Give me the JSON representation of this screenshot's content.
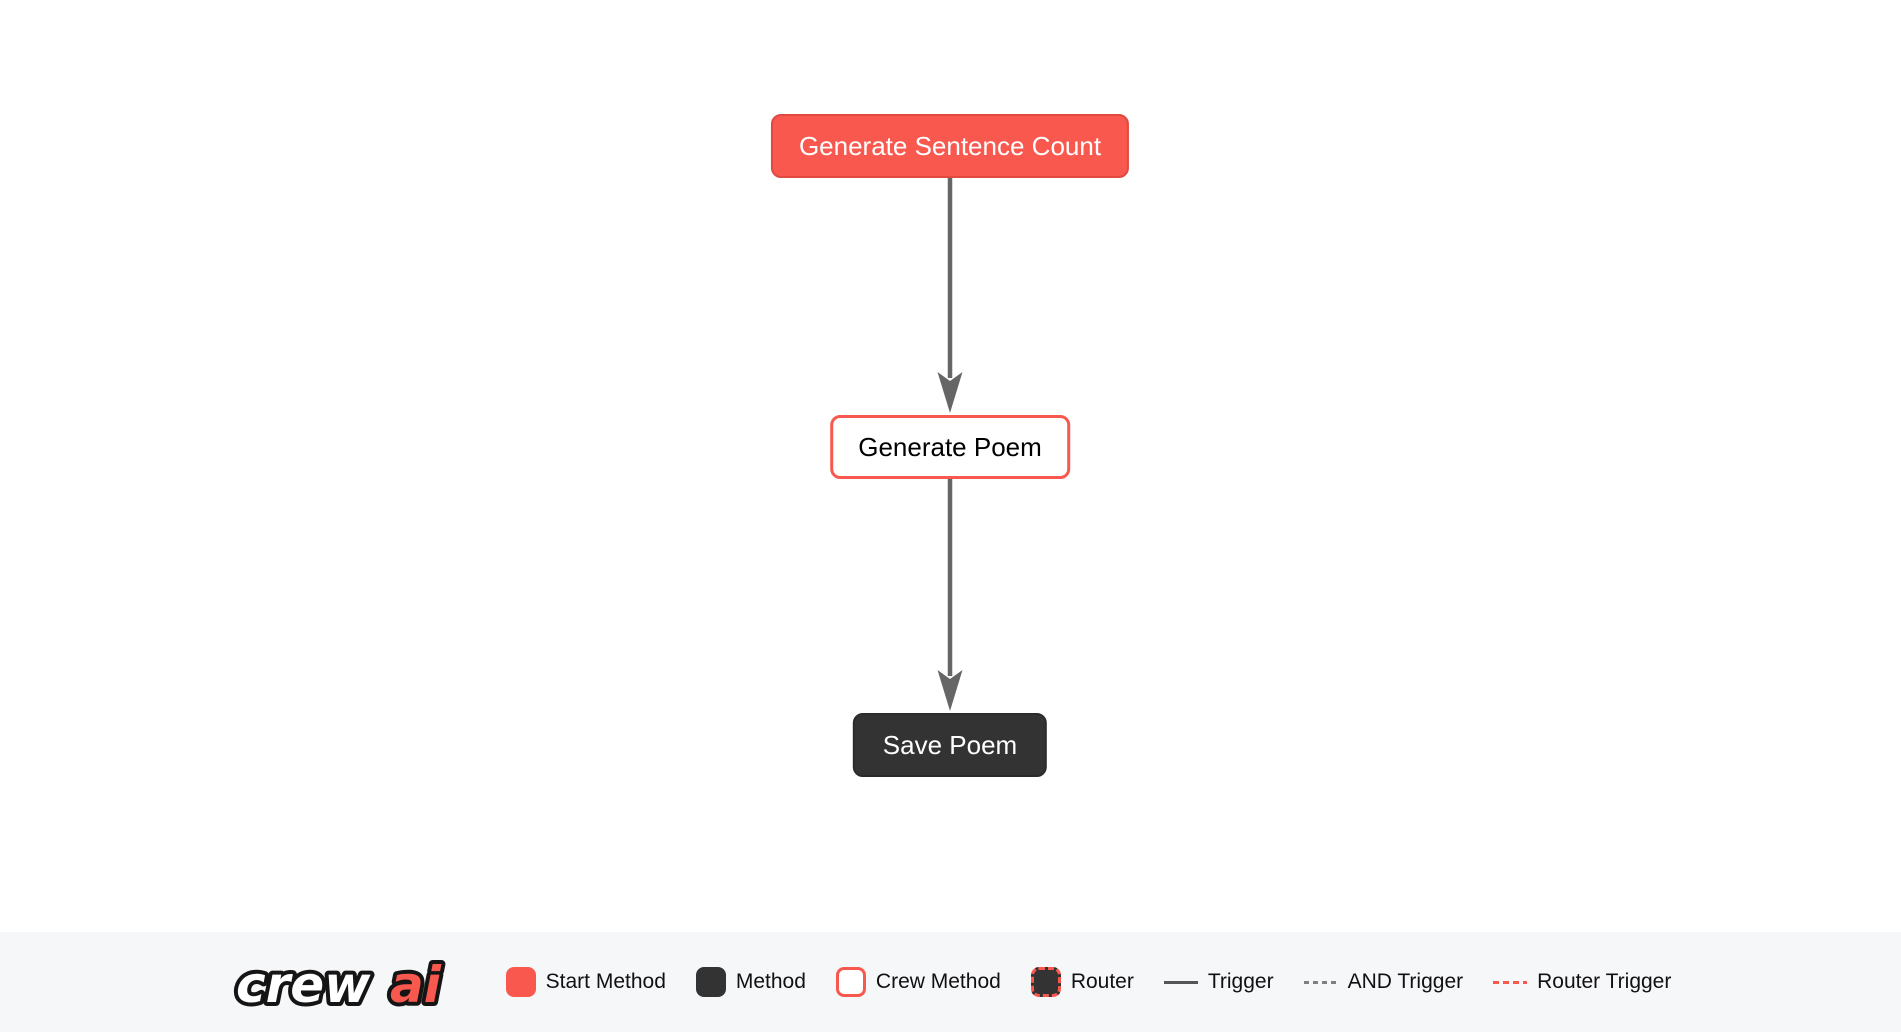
{
  "page": {
    "background": "#ffffff",
    "legend_background": "#f6f7f9"
  },
  "colors": {
    "brand_red": "#f9584e",
    "brand_red_border": "#e04a40",
    "dark": "#333333",
    "arrow_gray": "#666666",
    "trigger_line_gray": "#555555",
    "and_trigger_gray": "#808080"
  },
  "diagram": {
    "nodes": [
      {
        "id": "generate_sentence_count",
        "label": "Generate Sentence Count",
        "type": "start-method"
      },
      {
        "id": "generate_poem",
        "label": "Generate Poem",
        "type": "crew-method"
      },
      {
        "id": "save_poem",
        "label": "Save Poem",
        "type": "method"
      }
    ],
    "edges": [
      {
        "from": "generate_sentence_count",
        "to": "generate_poem",
        "type": "trigger"
      },
      {
        "from": "generate_poem",
        "to": "save_poem",
        "type": "trigger"
      }
    ]
  },
  "legend": {
    "logo": {
      "crew": "crew",
      "ai": "ai"
    },
    "items": [
      {
        "label": "Start Method",
        "swatch": "start-method-swatch"
      },
      {
        "label": "Method",
        "swatch": "method-swatch"
      },
      {
        "label": "Crew Method",
        "swatch": "crew-method-swatch"
      },
      {
        "label": "Router",
        "swatch": "router-swatch"
      },
      {
        "label": "Trigger",
        "swatch": "trigger-line-swatch"
      },
      {
        "label": "AND Trigger",
        "swatch": "and-trigger-line-swatch"
      },
      {
        "label": "Router Trigger",
        "swatch": "router-trigger-line-swatch"
      }
    ]
  }
}
